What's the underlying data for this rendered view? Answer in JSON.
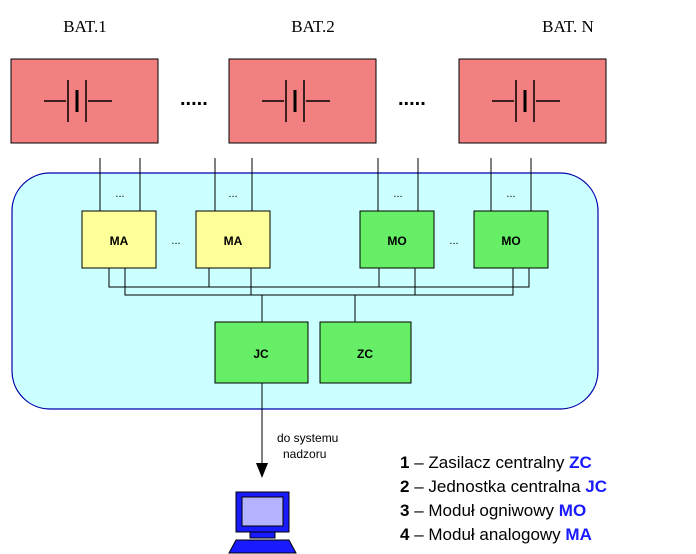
{
  "batteries": [
    {
      "label": "BAT.1"
    },
    {
      "label": "BAT.2"
    },
    {
      "label": "BAT. N"
    }
  ],
  "ellipsis": {
    "between_batteries": ".....",
    "small": "...",
    "between_modules": "..."
  },
  "modules": {
    "ma": "MA",
    "mo": "MO",
    "jc": "JC",
    "zc": "ZC"
  },
  "arrow_label": {
    "line1": "do systemu",
    "line2": "nadzoru"
  },
  "legend": [
    {
      "number": "1",
      "text": " – Zasilacz centralny ",
      "code": "ZC"
    },
    {
      "number": "2",
      "text": " – Jednostka centralna ",
      "code": "JC"
    },
    {
      "number": "3",
      "text": " – Moduł ogniwowy ",
      "code": "MO"
    },
    {
      "number": "4",
      "text": " – Moduł analogowy ",
      "code": "MA"
    }
  ],
  "colors": {
    "battery_fill": "#f28080",
    "panel_fill": "#ccffff",
    "panel_border": "#0000aa",
    "ma_fill": "#ffff99",
    "mo_fill": "#66ee66",
    "jc_zc_fill": "#66ee66",
    "legend_code": "#1a1aff",
    "computer": "#1a1aff"
  }
}
